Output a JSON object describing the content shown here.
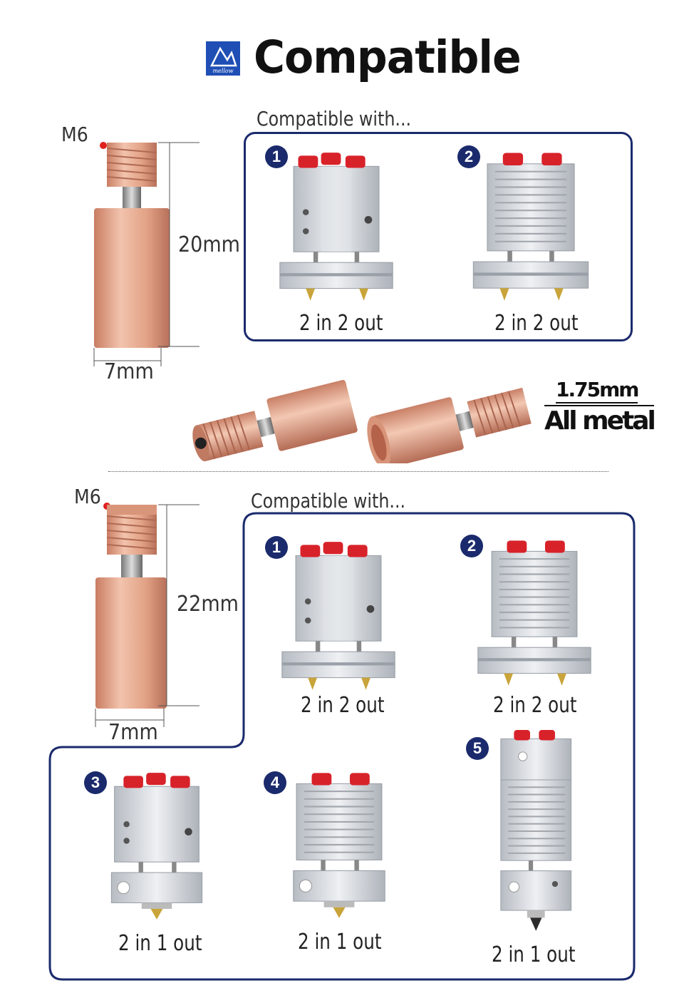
{
  "header": {
    "title": "Compatible",
    "logo_text": "mellow"
  },
  "section1": {
    "thread_label": "M6",
    "length_label": "20mm",
    "diameter_label": "7mm",
    "compat_heading": "Compatible with...",
    "items": [
      {
        "badge": "1",
        "caption": "2 in 2 out"
      },
      {
        "badge": "2",
        "caption": "2 in 2 out"
      }
    ]
  },
  "spec": {
    "filament": "1.75mm",
    "material": "All metal"
  },
  "section2": {
    "thread_label": "M6",
    "length_label": "22mm",
    "diameter_label": "7mm",
    "compat_heading": "Compatible with...",
    "items": [
      {
        "badge": "1",
        "caption": "2 in 2 out"
      },
      {
        "badge": "2",
        "caption": "2 in 2 out"
      },
      {
        "badge": "3",
        "caption": "2 in 1 out"
      },
      {
        "badge": "4",
        "caption": "2 in 1 out"
      },
      {
        "badge": "5",
        "caption": "2 in 1 out"
      }
    ]
  },
  "colors": {
    "frame": "#1a2a6c",
    "copper": "#e0a48a",
    "aluminum": "#c9cdd3",
    "red_fitting": "#d8222a",
    "logo_blue": "#1f4fb5"
  }
}
